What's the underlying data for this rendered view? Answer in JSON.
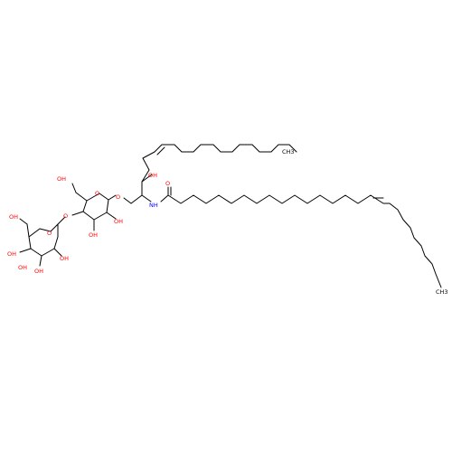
{
  "colors": {
    "bond": "#000000",
    "oxygen": "#ff0000",
    "nitrogen": "#0000ff",
    "carbon": "#000000",
    "background": "#ffffff"
  },
  "atoms": {
    "ch3_top": "CH3",
    "ch3_bottom": "CH3",
    "oh_chain": "OH",
    "nh": "NH",
    "o_carbonyl": "O",
    "o_link": "O",
    "o_ring1": "O",
    "oh_ring1_top": "OH",
    "oh_ring1_a": "OH",
    "oh_ring1_b": "OH",
    "o_glyco": "O",
    "o_ring2": "O",
    "oh_ring2_top": "OH",
    "oh_ring2_a": "OH",
    "oh_ring2_b": "OH",
    "oh_ring2_c": "OH",
    "oh_ring2_d": "OH"
  }
}
